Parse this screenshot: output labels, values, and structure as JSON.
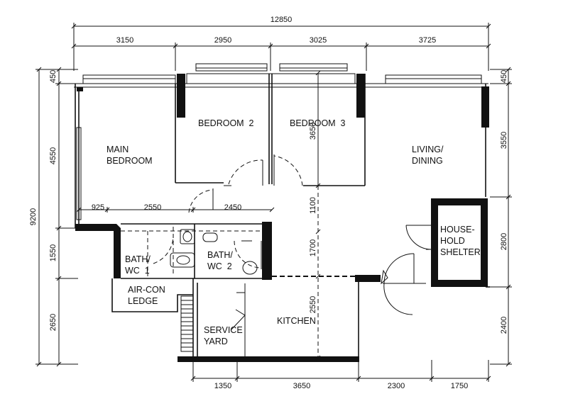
{
  "overall_dimension": "12850",
  "top_dimensions": [
    "3150",
    "2950",
    "3025",
    "3725"
  ],
  "bottom_dimensions": [
    "1350",
    "3650",
    "2300",
    "1750"
  ],
  "left_total": "9200",
  "left_dimensions": [
    "450",
    "4550",
    "1550",
    "2650"
  ],
  "right_dimensions": [
    "450",
    "3550",
    "2800",
    "2400"
  ],
  "interior_dimensions": {
    "d925": "925",
    "d2550a": "2550",
    "d2450": "2450",
    "d3650": "3650",
    "d1100": "1100",
    "d1700": "1700",
    "d2550b": "2550"
  },
  "rooms": {
    "main_bedroom": [
      "MAIN",
      "BEDROOM"
    ],
    "bedroom2": "BEDROOM  2",
    "bedroom3": "BEDROOM  3",
    "living": [
      "LIVING/",
      "DINING"
    ],
    "shelter": [
      "HOUSE-",
      "HOLD",
      "SHELTER"
    ],
    "bath1": [
      "BATH/",
      "WC  1"
    ],
    "bath2": [
      "BATH/",
      "WC  2"
    ],
    "aircon": [
      "AIR-CON",
      "LEDGE"
    ],
    "kitchen": "KITCHEN",
    "service_yard": [
      "SERVICE",
      "YARD"
    ]
  }
}
